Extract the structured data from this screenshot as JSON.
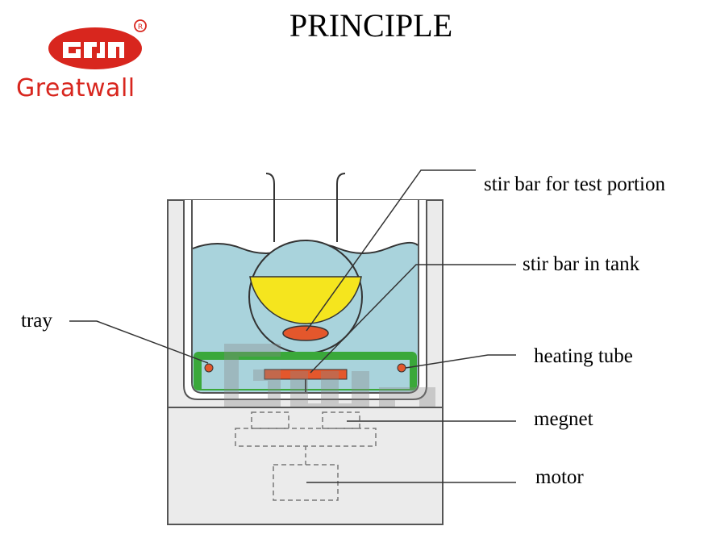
{
  "title": "PRINCIPLE",
  "logo": {
    "mark_text": "Gw",
    "registered": "R",
    "brand_name": "Greatwall",
    "color": "#d8261e"
  },
  "labels": {
    "stir_bar_test": "stir bar for test portion",
    "stir_bar_tank": "stir bar in tank",
    "tray": "tray",
    "heating_tube": "heating tube",
    "magnet": "megnet",
    "motor": "motor"
  },
  "colors": {
    "water": "#a9d3dc",
    "flask_fill": "#f5e51e",
    "tray": "#3aa83a",
    "stir_bar": "#e4572c",
    "housing": "#ebebeb",
    "outline": "#555555"
  }
}
